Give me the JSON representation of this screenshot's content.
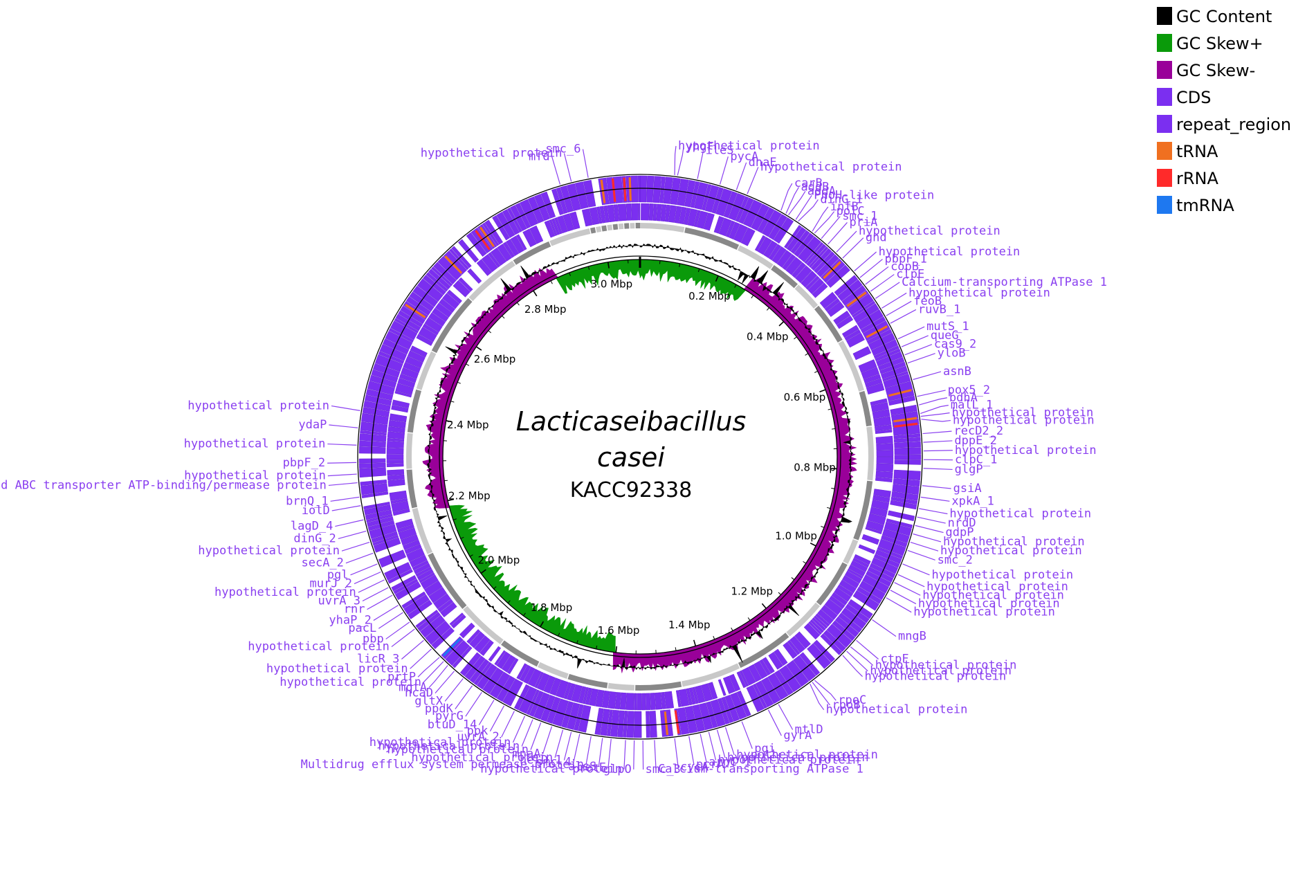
{
  "title": {
    "genus": "Lacticaseibacillus",
    "species": "casei",
    "strain": "KACC92338"
  },
  "colors": {
    "gc_content": "#000000",
    "gc_skew_plus": "#0a9a0a",
    "gc_skew_minus": "#990099",
    "cds": "#7b2ff0",
    "repeat_region": "#7b2ff0",
    "trna": "#f07020",
    "rrna": "#ff2a2a",
    "tmrna": "#1e78f0",
    "label": "#8a3ff0",
    "contig_light": "#c8c8c8",
    "contig_dark": "#888888"
  },
  "legend": [
    {
      "label": "GC Content",
      "color": "#000000"
    },
    {
      "label": "GC Skew+",
      "color": "#0a9a0a"
    },
    {
      "label": "GC Skew-",
      "color": "#990099"
    },
    {
      "label": "CDS",
      "color": "#7b2ff0"
    },
    {
      "label": "repeat_region",
      "color": "#7b2ff0"
    },
    {
      "label": "tRNA",
      "color": "#f07020"
    },
    {
      "label": "rRNA",
      "color": "#ff2a2a"
    },
    {
      "label": "tmRNA",
      "color": "#1e78f0"
    }
  ],
  "genome": {
    "length_mbp": 3.08,
    "ticks": [
      {
        "label": "0.2 Mbp",
        "pos": 0.2
      },
      {
        "label": "0.4 Mbp",
        "pos": 0.4
      },
      {
        "label": "0.6 Mbp",
        "pos": 0.6
      },
      {
        "label": "0.8 Mbp",
        "pos": 0.8
      },
      {
        "label": "1.0 Mbp",
        "pos": 1.0
      },
      {
        "label": "1.2 Mbp",
        "pos": 1.2
      },
      {
        "label": "1.4 Mbp",
        "pos": 1.4
      },
      {
        "label": "1.6 Mbp",
        "pos": 1.6
      },
      {
        "label": "1.8 Mbp",
        "pos": 1.8
      },
      {
        "label": "2.0 Mbp",
        "pos": 2.0
      },
      {
        "label": "2.2 Mbp",
        "pos": 2.2
      },
      {
        "label": "2.4 Mbp",
        "pos": 2.4
      },
      {
        "label": "2.6 Mbp",
        "pos": 2.6
      },
      {
        "label": "2.8 Mbp",
        "pos": 2.8
      },
      {
        "label": "3.0 Mbp",
        "pos": 3.0
      }
    ],
    "trna_positions": [
      0.39,
      0.46,
      0.53,
      0.65,
      0.7,
      2.59,
      2.7,
      2.78,
      3.01,
      3.06,
      1.49
    ],
    "rrna_positions": [
      3.03,
      3.05,
      0.71,
      2.77,
      1.47
    ],
    "tmrna_positions": [
      1.92
    ]
  },
  "gene_labels": [
    {
      "text": "mfd",
      "pos": 2.94
    },
    {
      "text": "smc_6",
      "pos": 2.99
    },
    {
      "text": "hypothetical protein",
      "pos": 2.96
    },
    {
      "text": "hypothetical protein",
      "pos": 0.06
    },
    {
      "text": "yhgF",
      "pos": 0.065
    },
    {
      "text": "ileS",
      "pos": 0.1
    },
    {
      "text": "pycA",
      "pos": 0.14
    },
    {
      "text": "dnaE",
      "pos": 0.17
    },
    {
      "text": "dinG_1",
      "pos": 0.29
    },
    {
      "text": "hypothetical protein",
      "pos": 0.19
    },
    {
      "text": "carB",
      "pos": 0.255
    },
    {
      "text": "addB",
      "pos": 0.265
    },
    {
      "text": "addA",
      "pos": 0.27
    },
    {
      "text": "PhoH-like protein",
      "pos": 0.285
    },
    {
      "text": "infB",
      "pos": 0.32
    },
    {
      "text": "polC",
      "pos": 0.325
    },
    {
      "text": "smc_1",
      "pos": 0.34
    },
    {
      "text": "priA",
      "pos": 0.355
    },
    {
      "text": "hypothetical protein",
      "pos": 0.375
    },
    {
      "text": "gnd",
      "pos": 0.39
    },
    {
      "text": "hypothetical protein",
      "pos": 0.42
    },
    {
      "text": "pbpF_1",
      "pos": 0.435
    },
    {
      "text": "copB",
      "pos": 0.45
    },
    {
      "text": "clpE",
      "pos": 0.465
    },
    {
      "text": "Calcium-transporting ATPase 1",
      "pos": 0.48
    },
    {
      "text": "hypothetical protein",
      "pos": 0.5
    },
    {
      "text": "feoB",
      "pos": 0.515
    },
    {
      "text": "ruvB_1",
      "pos": 0.53
    },
    {
      "text": "mutS_1",
      "pos": 0.56
    },
    {
      "text": "queG",
      "pos": 0.575
    },
    {
      "text": "cas9_2",
      "pos": 0.59
    },
    {
      "text": "yloB",
      "pos": 0.605
    },
    {
      "text": "asnB",
      "pos": 0.635
    },
    {
      "text": "pox5_2",
      "pos": 0.665
    },
    {
      "text": "bdhA",
      "pos": 0.68
    },
    {
      "text": "malL_1",
      "pos": 0.695
    },
    {
      "text": "hypothetical protein",
      "pos": 0.7
    },
    {
      "text": "hypothetical protein",
      "pos": 0.705
    },
    {
      "text": "recD2_2",
      "pos": 0.73
    },
    {
      "text": "dppE_2",
      "pos": 0.745
    },
    {
      "text": "hypothetical protein",
      "pos": 0.76
    },
    {
      "text": "clpC_1",
      "pos": 0.775
    },
    {
      "text": "glgP",
      "pos": 0.79
    },
    {
      "text": "gsiA",
      "pos": 0.82
    },
    {
      "text": "xpkA_1",
      "pos": 0.84
    },
    {
      "text": "hypothetical protein",
      "pos": 0.86
    },
    {
      "text": "nrdD",
      "pos": 0.875
    },
    {
      "text": "gdpP",
      "pos": 0.89
    },
    {
      "text": "hypothetical protein",
      "pos": 0.905
    },
    {
      "text": "hypothetical protein",
      "pos": 0.92
    },
    {
      "text": "smc_2",
      "pos": 0.935
    },
    {
      "text": "hypothetical protein",
      "pos": 0.96
    },
    {
      "text": "hypothetical protein",
      "pos": 0.98
    },
    {
      "text": "hypothetical protein",
      "pos": 0.995
    },
    {
      "text": "hypothetical protein",
      "pos": 1.01
    },
    {
      "text": "hypothetical protein",
      "pos": 1.025
    },
    {
      "text": "mngB",
      "pos": 1.07
    },
    {
      "text": "ctpF",
      "pos": 1.115
    },
    {
      "text": "hypothetical protein",
      "pos": 1.13
    },
    {
      "text": "hypothetical protein",
      "pos": 1.14
    },
    {
      "text": "hypothetical protein",
      "pos": 1.15
    },
    {
      "text": "rpoC",
      "pos": 1.215
    },
    {
      "text": "rpoB",
      "pos": 1.22
    },
    {
      "text": "hypothetical protein",
      "pos": 1.225
    },
    {
      "text": "mtlD",
      "pos": 1.29
    },
    {
      "text": "gyrA",
      "pos": 1.31
    },
    {
      "text": "pgi",
      "pos": 1.36
    },
    {
      "text": "hypothetical protein",
      "pos": 1.39
    },
    {
      "text": "hypothetical protein",
      "pos": 1.405
    },
    {
      "text": "hypothetical protein",
      "pos": 1.42
    },
    {
      "text": "arnC_1",
      "pos": 1.435
    },
    {
      "text": "pcrA",
      "pos": 1.455
    },
    {
      "text": "cycA",
      "pos": 1.48
    },
    {
      "text": "Calcium-transporting ATPase 1",
      "pos": 1.515
    },
    {
      "text": "smc_3",
      "pos": 1.535
    },
    {
      "text": "glpO",
      "pos": 1.55
    },
    {
      "text": "hypothetical protein",
      "pos": 1.565
    },
    {
      "text": "metE",
      "pos": 1.59
    },
    {
      "text": "alsS",
      "pos": 1.605
    },
    {
      "text": "Multidrug efflux system permease protein",
      "pos": 1.625
    },
    {
      "text": "smc_4",
      "pos": 1.645
    },
    {
      "text": "helD_1",
      "pos": 1.66
    },
    {
      "text": "hypothetical protein",
      "pos": 1.675
    },
    {
      "text": "mnaA",
      "pos": 1.695
    },
    {
      "text": "hypothetical protein",
      "pos": 1.715
    },
    {
      "text": "hypothetical protein",
      "pos": 1.73
    },
    {
      "text": "hypothetical protein",
      "pos": 1.745
    },
    {
      "text": "uvrA_2",
      "pos": 1.765
    },
    {
      "text": "ppk",
      "pos": 1.785
    },
    {
      "text": "btuD_14",
      "pos": 1.805
    },
    {
      "text": "pyrG",
      "pos": 1.83
    },
    {
      "text": "ppdK",
      "pos": 1.85
    },
    {
      "text": "gltX",
      "pos": 1.87
    },
    {
      "text": "hcaD",
      "pos": 1.89
    },
    {
      "text": "mqtA",
      "pos": 1.905
    },
    {
      "text": "hypothetical protein",
      "pos": 1.915
    },
    {
      "text": "prtP",
      "pos": 1.925
    },
    {
      "text": "hypothetical protein",
      "pos": 1.945
    },
    {
      "text": "licR_3",
      "pos": 1.965
    },
    {
      "text": "hypothetical protein",
      "pos": 1.99
    },
    {
      "text": "pbp",
      "pos": 2.005
    },
    {
      "text": "pacL",
      "pos": 2.025
    },
    {
      "text": "yhaP_2",
      "pos": 2.04
    },
    {
      "text": "rnr",
      "pos": 2.06
    },
    {
      "text": "uvrA_3",
      "pos": 2.075
    },
    {
      "text": "hypothetical protein",
      "pos": 2.09
    },
    {
      "text": "murJ_2",
      "pos": 2.105
    },
    {
      "text": "pgl",
      "pos": 2.12
    },
    {
      "text": "secA_2",
      "pos": 2.14
    },
    {
      "text": "hypothetical protein",
      "pos": 2.16
    },
    {
      "text": "dinG_2",
      "pos": 2.18
    },
    {
      "text": "lagD_4",
      "pos": 2.2
    },
    {
      "text": "iolD",
      "pos": 2.225
    },
    {
      "text": "brnQ_1",
      "pos": 2.24
    },
    {
      "text": "Fatty acid ABC transporter ATP-binding/permease protein",
      "pos": 2.265
    },
    {
      "text": "hypothetical protein",
      "pos": 2.28
    },
    {
      "text": "pbpF_2",
      "pos": 2.3
    },
    {
      "text": "hypothetical protein",
      "pos": 2.33
    },
    {
      "text": "ydaP",
      "pos": 2.36
    },
    {
      "text": "hypothetical protein",
      "pos": 2.39
    }
  ]
}
